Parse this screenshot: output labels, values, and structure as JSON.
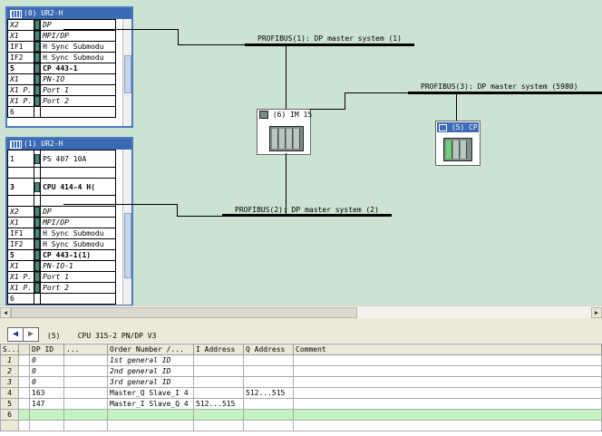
{
  "rack1": {
    "title": "(0) UR2-H",
    "rows": [
      {
        "slot": "X2",
        "name": "DP"
      },
      {
        "slot": "X1",
        "name": "MPI/DP"
      },
      {
        "slot": "IF1",
        "name": "H Sync Submodu"
      },
      {
        "slot": "IF2",
        "name": "H Sync Submodu"
      },
      {
        "slot": "5",
        "name": "CP 443-1"
      },
      {
        "slot": "X1",
        "name": "PN-IO"
      },
      {
        "slot": "X1 P.",
        "name": "Port 1"
      },
      {
        "slot": "X1 P.",
        "name": "Port 2"
      },
      {
        "slot": "6",
        "name": ""
      }
    ]
  },
  "rack2": {
    "title": "(1) UR2-H",
    "rows": [
      {
        "slot": "1",
        "name": "PS 407 10A"
      },
      {
        "slot": "",
        "name": ""
      },
      {
        "slot": "3",
        "name": "CPU 414-4 H("
      },
      {
        "slot": "",
        "name": ""
      },
      {
        "slot": "X2",
        "name": "DP"
      },
      {
        "slot": "X1",
        "name": "MPI/DP"
      },
      {
        "slot": "IF1",
        "name": "H Sync Submodu"
      },
      {
        "slot": "IF2",
        "name": "H Sync Submodu"
      },
      {
        "slot": "5",
        "name": "CP 443-1(1)"
      },
      {
        "slot": "X1",
        "name": "PN-IO-1"
      },
      {
        "slot": "X1 P.",
        "name": "Port 1"
      },
      {
        "slot": "X1 P.",
        "name": "Port 2"
      },
      {
        "slot": "6",
        "name": ""
      }
    ]
  },
  "network": {
    "bus1": "PROFIBUS(1): DP master system (1)",
    "bus2": "PROFIBUS(2): DP master system (2)",
    "bus3": "PROFIBUS(3): DP master system (5980)",
    "station_im": "(6) IM 15",
    "station_cp": "(5) CP"
  },
  "detail": {
    "back_icon": "arrow-left-icon",
    "forward_icon": "arrow-right-icon",
    "slot_no": "(5)",
    "module_name": "CPU 315-2 PN/DP V3",
    "columns": [
      "S...",
      "",
      "DP ID",
      "...",
      "Order Number /...",
      "I Address",
      "Q Address",
      "Comment"
    ],
    "rows": [
      {
        "s": "1",
        "dpid": "0",
        "order": "1st general ID",
        "extra": "",
        "i": "",
        "q": "",
        "comment": ""
      },
      {
        "s": "2",
        "dpid": "0",
        "order": "2nd general ID",
        "extra": "",
        "i": "",
        "q": "",
        "comment": ""
      },
      {
        "s": "3",
        "dpid": "0",
        "order": "3rd general ID",
        "extra": "",
        "i": "",
        "q": "",
        "comment": ""
      },
      {
        "s": "4",
        "dpid": "163",
        "order": "Master_Q Slave_I",
        "extra": "4",
        "i": "",
        "q": "512...515",
        "comment": ""
      },
      {
        "s": "5",
        "dpid": "147",
        "order": "Master_I Slave_Q",
        "extra": "4",
        "i": "512...515",
        "q": "",
        "comment": ""
      },
      {
        "s": "6",
        "dpid": "",
        "order": "",
        "extra": "",
        "i": "",
        "q": "",
        "comment": ""
      }
    ]
  }
}
